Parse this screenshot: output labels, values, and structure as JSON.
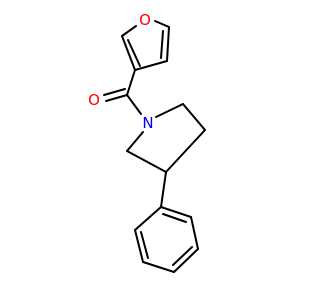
{
  "molecule": {
    "atoms": {
      "furan_oxygen": "O",
      "carbonyl_oxygen": "O",
      "pyrrolidine_nitrogen": "N"
    },
    "colors": {
      "oxygen": "#ff0000",
      "nitrogen": "#0000ff",
      "bond": "#000000",
      "background": "#ffffff"
    }
  }
}
